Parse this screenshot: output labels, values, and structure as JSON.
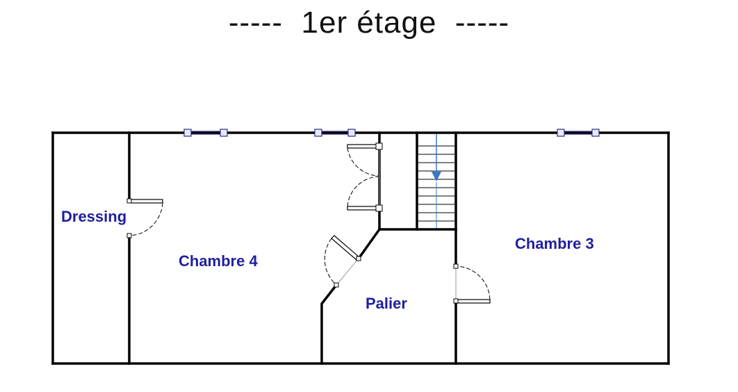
{
  "title": "-----  1er étage  -----",
  "rooms": {
    "dressing": "Dressing",
    "chambre4": "Chambre 4",
    "palier": "Palier",
    "chambre3": "Chambre 3"
  },
  "colors": {
    "wall": "#000000",
    "label": "#1f1f9e",
    "window": "#2d2d8a",
    "stair_arrow": "#3a78c8"
  }
}
